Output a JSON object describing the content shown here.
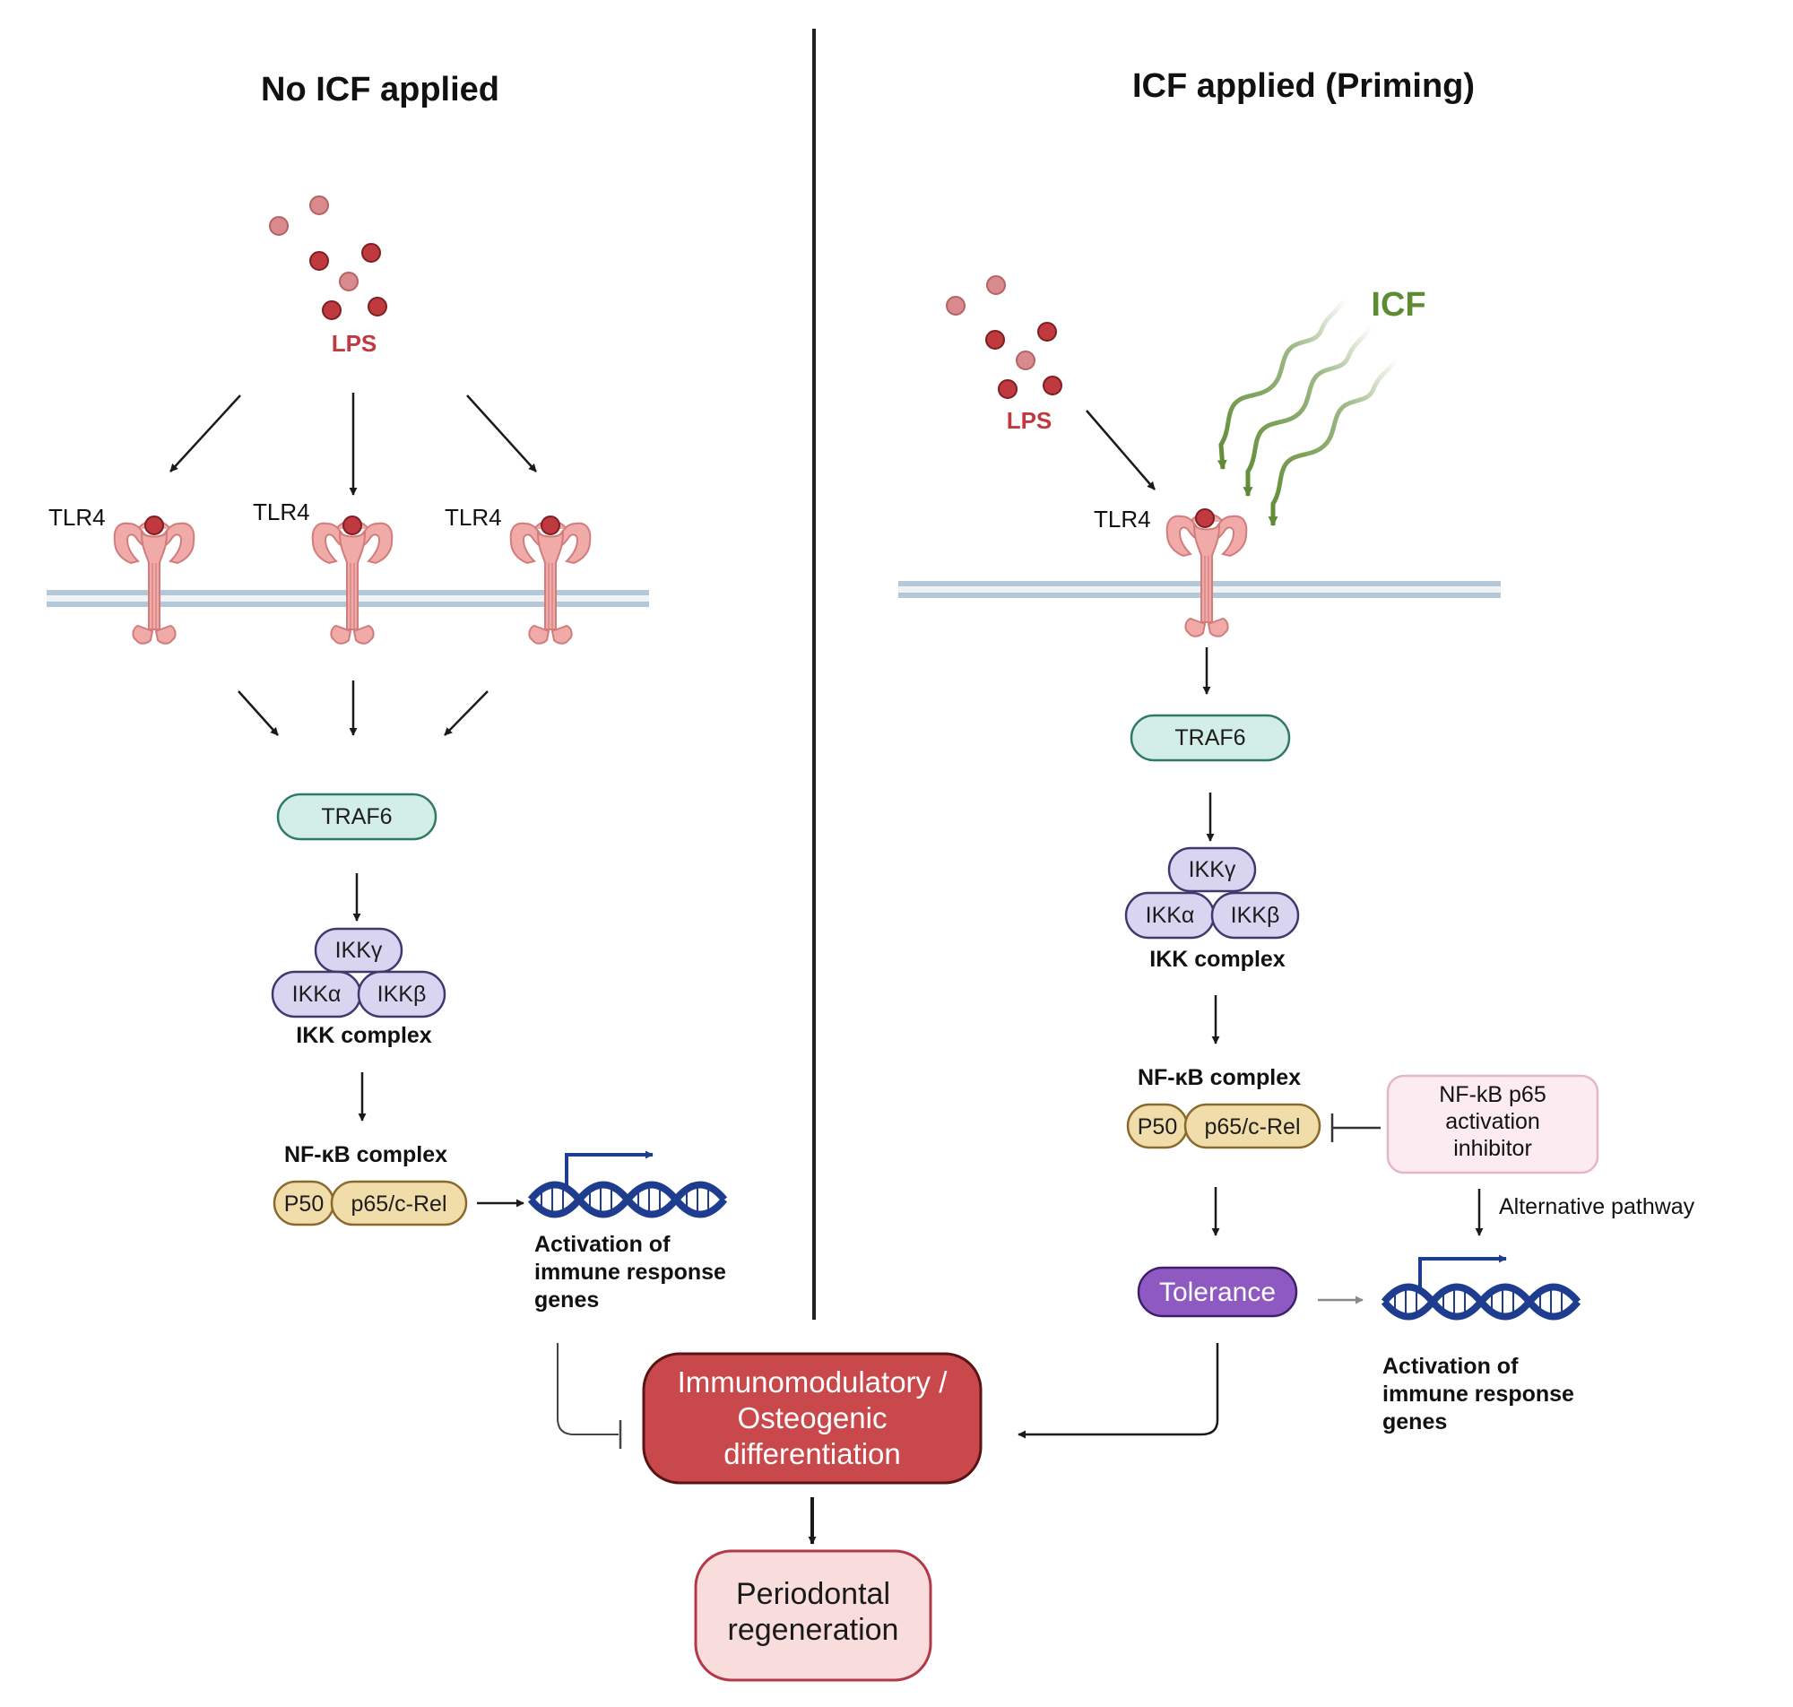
{
  "titles": {
    "left": "No ICF applied",
    "right": "ICF applied (Priming)"
  },
  "colors": {
    "lps_dark": "#c0393f",
    "lps_light": "#d88a8d",
    "receptor": "#f0aaa8",
    "membrane": "#b4c8d8",
    "traf6_fill": "#d3ede7",
    "traf6_stroke": "#2f7a66",
    "ikk_fill": "#d9d5f0",
    "ikk_stroke": "#3f3a6e",
    "nfkb_fill": "#f1ddaa",
    "nfkb_stroke": "#8a6a2a",
    "dna": "#1f3d8f",
    "icf": "#5e8b34",
    "tolerance_fill": "#8e5ac2",
    "inhibitor_fill": "#fcebf1",
    "inhibitor_stroke": "#e5b6c8",
    "immuno_fill": "#c9484b",
    "immuno_stroke": "#5a1416",
    "regen_fill": "#f9dcdc",
    "regen_stroke": "#b23a48"
  },
  "left": {
    "lps": "LPS",
    "tlr4_labels": [
      "TLR4",
      "TLR4",
      "TLR4"
    ],
    "traf6": "TRAF6",
    "ikk": {
      "gamma": "IKKγ",
      "alpha": "IKKα",
      "beta": "IKKβ",
      "label": "IKK complex"
    },
    "nfkb": {
      "label": "NF-κB complex",
      "p50": "P50",
      "p65": "p65/c-Rel"
    },
    "activation": [
      "Activation of",
      "immune response",
      "genes"
    ]
  },
  "right": {
    "lps": "LPS",
    "icf": "ICF",
    "tlr4": "TLR4",
    "traf6": "TRAF6",
    "ikk": {
      "gamma": "IKKγ",
      "alpha": "IKKα",
      "beta": "IKKβ",
      "label": "IKK complex"
    },
    "nfkb": {
      "label": "NF-κB complex",
      "p50": "P50",
      "p65": "p65/c-Rel"
    },
    "inhibitor": [
      "NF-kB p65",
      "activation",
      "inhibitor"
    ],
    "alternative": "Alternative pathway",
    "tolerance": "Tolerance",
    "activation": [
      "Activation of",
      "immune response",
      "genes"
    ]
  },
  "bottom": {
    "immuno": [
      "Immunomodulatory /",
      "Osteogenic",
      "differentiation"
    ],
    "regeneration": [
      "Periodontal",
      "regeneration"
    ]
  }
}
